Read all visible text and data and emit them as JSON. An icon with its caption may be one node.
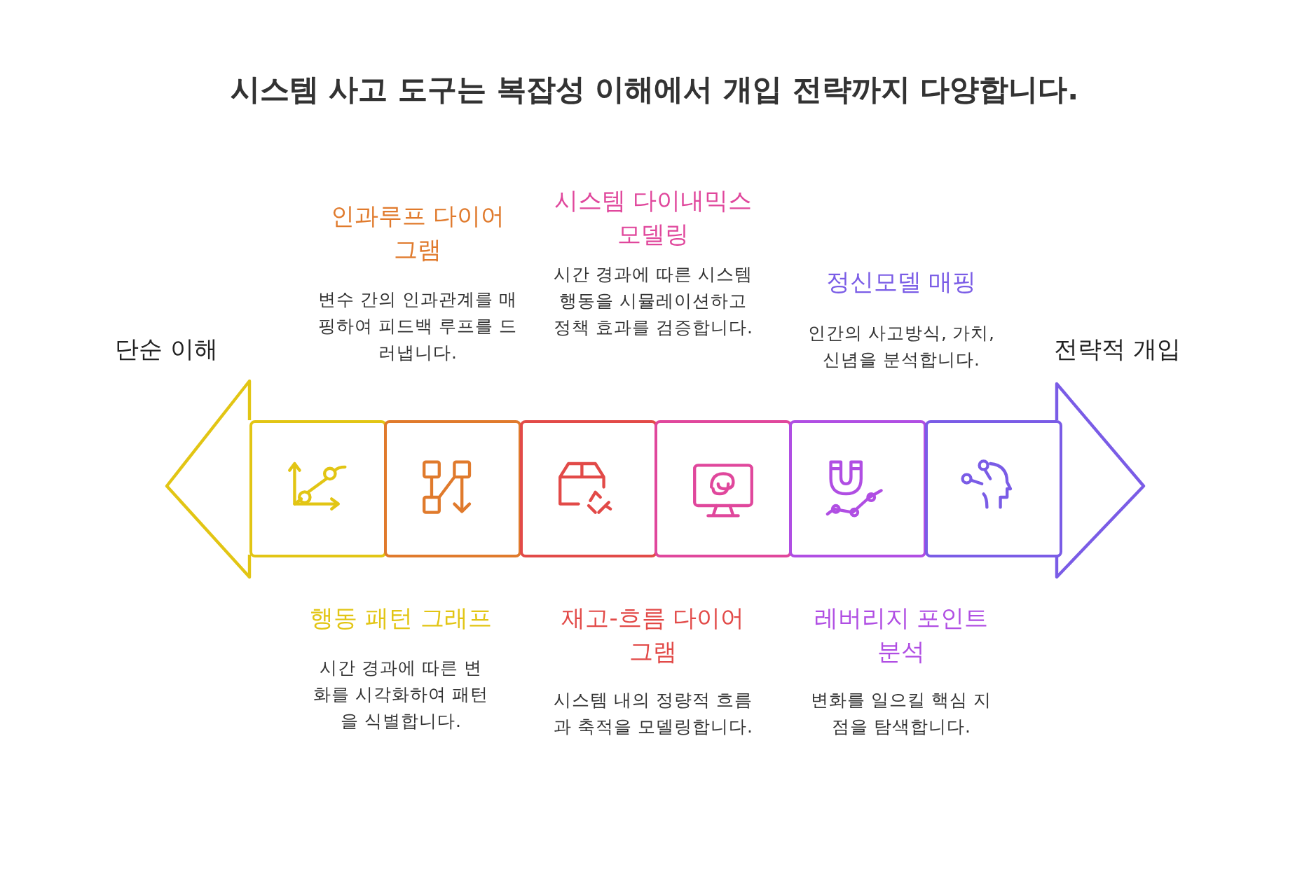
{
  "diagram": {
    "title": "시스템 사고 도구는 복잡성 이해에서 개입 전략까지 다양합니다.",
    "nodes": [
      {
        "text": [],
        "shape": "box",
        "beside": [
          "행동 패턴 그래프",
          "시간 경과에 따른 변화를 시각화하여 패턴을 식별합니다."
        ]
      },
      {
        "text": [],
        "shape": "box",
        "beside": [
          "인과루프 다이어그램",
          "변수 간의 인과관계를 매핑하여 피드백 루프를 드러냅니다."
        ]
      },
      {
        "text": [],
        "shape": "box",
        "beside": [
          "재고-흐름 다이어그램",
          "시스템 내의 정량적 흐름과 축적을 모델링합니다."
        ]
      },
      {
        "text": [],
        "shape": "box",
        "beside": [
          "시스템 다이내믹스 모델링",
          "시간 경과에 따른 시스템 행동을 시뮬레이션하고 정책 효과를 검증합니다."
        ]
      },
      {
        "text": [],
        "shape": "box",
        "beside": [
          "레버리지 포인트 분석",
          "변화를 일으킬 핵심 지점을 탐색합니다."
        ]
      },
      {
        "text": [],
        "shape": "box",
        "beside": [
          "정신모델 매핑",
          "인간의 사고방식, 가치, 신념을 분석합니다."
        ]
      }
    ],
    "labels": [
      "단순 이해",
      "전략적 개입"
    ]
  }
}
